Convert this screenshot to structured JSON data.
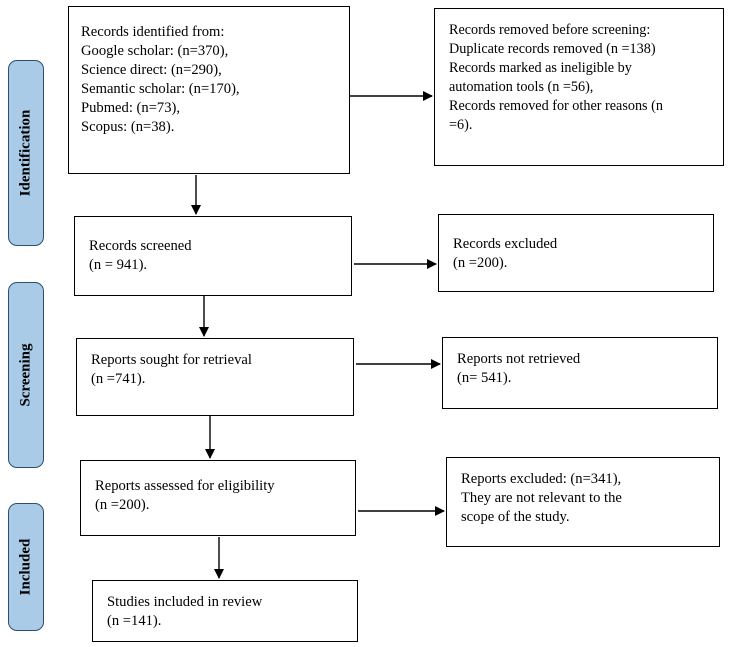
{
  "stages": {
    "identification": "Identification",
    "screening": "Screening",
    "included": "Included"
  },
  "identified": {
    "lines": [
      "Records identified from:",
      "Google scholar: (n=370),",
      "Science direct: (n=290),",
      "Semantic scholar: (n=170),",
      "Pubmed: (n=73),",
      "Scopus: (n=38)."
    ]
  },
  "removed": {
    "lines": [
      "Records removed before screening:",
      "Duplicate records removed (n =138)",
      "Records marked as ineligible by",
      "automation tools (n =56),",
      "Records removed for other reasons (n",
      "=6)."
    ]
  },
  "screened": {
    "lines": [
      "Records screened",
      "(n = 941)."
    ]
  },
  "excluded": {
    "lines": [
      "Records excluded",
      "(n =200)."
    ]
  },
  "sought": {
    "lines": [
      "Reports sought for retrieval",
      "(n =741)."
    ]
  },
  "not_retrieved": {
    "lines": [
      "Reports not retrieved",
      "(n= 541)."
    ]
  },
  "assessed": {
    "lines": [
      "Reports assessed for eligibility",
      "(n =200)."
    ]
  },
  "reports_excluded": {
    "lines": [
      "Reports excluded: (n=341),",
      "They are not relevant to the",
      "scope of the study."
    ]
  },
  "included_box": {
    "lines": [
      "Studies included in review",
      "(n =141)."
    ]
  }
}
